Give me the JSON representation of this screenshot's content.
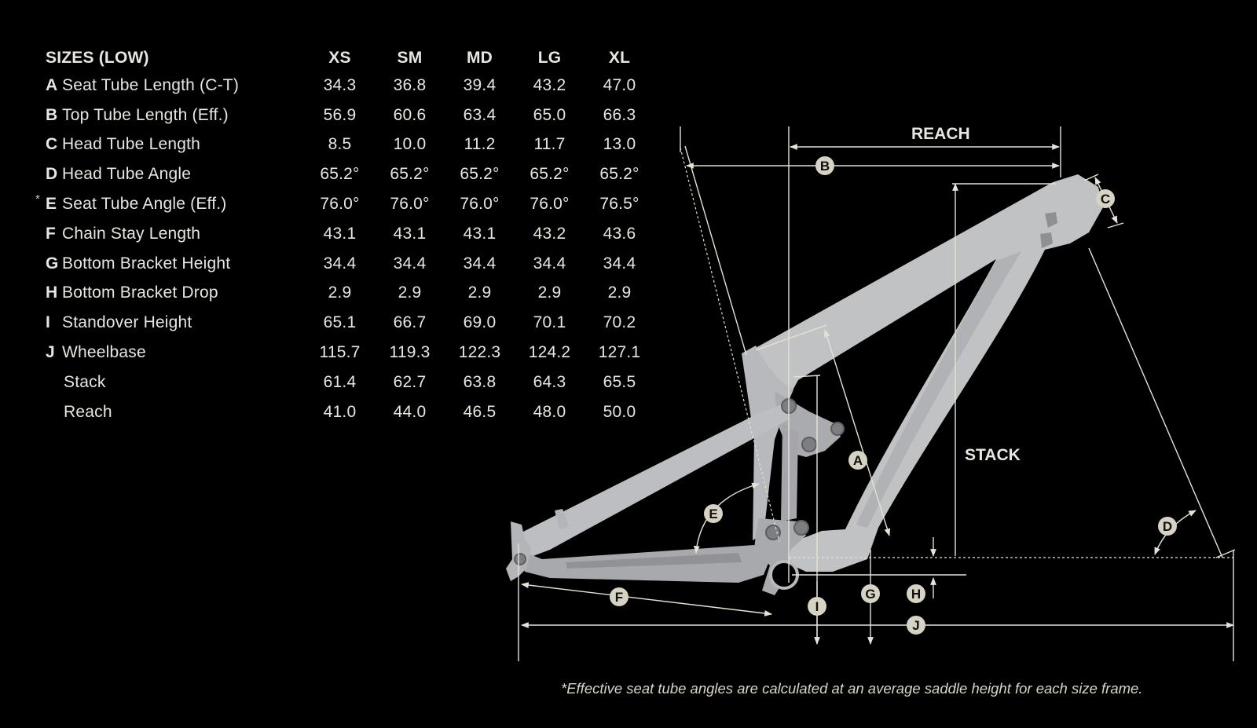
{
  "table": {
    "header": "SIZES (LOW)",
    "sizes": [
      "XS",
      "SM",
      "MD",
      "LG",
      "XL"
    ],
    "rows": [
      {
        "letter": "A",
        "label": "Seat Tube Length (C-T)",
        "values": [
          "34.3",
          "36.8",
          "39.4",
          "43.2",
          "47.0"
        ]
      },
      {
        "letter": "B",
        "label": "Top Tube Length (Eff.)",
        "values": [
          "56.9",
          "60.6",
          "63.4",
          "65.0",
          "66.3"
        ]
      },
      {
        "letter": "C",
        "label": "Head Tube Length",
        "values": [
          "8.5",
          "10.0",
          "11.2",
          "11.7",
          "13.0"
        ]
      },
      {
        "letter": "D",
        "label": "Head Tube Angle",
        "values": [
          "65.2°",
          "65.2°",
          "65.2°",
          "65.2°",
          "65.2°"
        ]
      },
      {
        "letter": "E",
        "label": "Seat Tube Angle (Eff.)",
        "values": [
          "76.0°",
          "76.0°",
          "76.0°",
          "76.0°",
          "76.5°"
        ],
        "asterisk": "*"
      },
      {
        "letter": "F",
        "label": "Chain Stay Length",
        "values": [
          "43.1",
          "43.1",
          "43.1",
          "43.2",
          "43.6"
        ]
      },
      {
        "letter": "G",
        "label": "Bottom Bracket Height",
        "values": [
          "34.4",
          "34.4",
          "34.4",
          "34.4",
          "34.4"
        ]
      },
      {
        "letter": "H",
        "label": "Bottom Bracket Drop",
        "values": [
          "2.9",
          "2.9",
          "2.9",
          "2.9",
          "2.9"
        ]
      },
      {
        "letter": "I",
        "label": "Standover Height",
        "values": [
          "65.1",
          "66.7",
          "69.0",
          "70.1",
          "70.2"
        ]
      },
      {
        "letter": "J",
        "label": "Wheelbase",
        "values": [
          "115.7",
          "119.3",
          "122.3",
          "124.2",
          "127.1"
        ]
      },
      {
        "letter": "",
        "label": "Stack",
        "values": [
          "61.4",
          "62.7",
          "63.8",
          "64.3",
          "65.5"
        ]
      },
      {
        "letter": "",
        "label": "Reach",
        "values": [
          "41.0",
          "44.0",
          "46.5",
          "48.0",
          "50.0"
        ]
      }
    ]
  },
  "diagram": {
    "reach_label": "REACH",
    "stack_label": "STACK",
    "badges": {
      "A": "A",
      "B": "B",
      "C": "C",
      "D": "D",
      "E": "E",
      "F": "F",
      "G": "G",
      "H": "H",
      "I": "I",
      "J": "J"
    }
  },
  "colors": {
    "background": "#000000",
    "frame": "#c4c6c8",
    "badge": "#d6d2c4",
    "text": "#e8e6e1"
  },
  "footnote": "*Effective seat tube angles are calculated at an average saddle height for each size frame."
}
